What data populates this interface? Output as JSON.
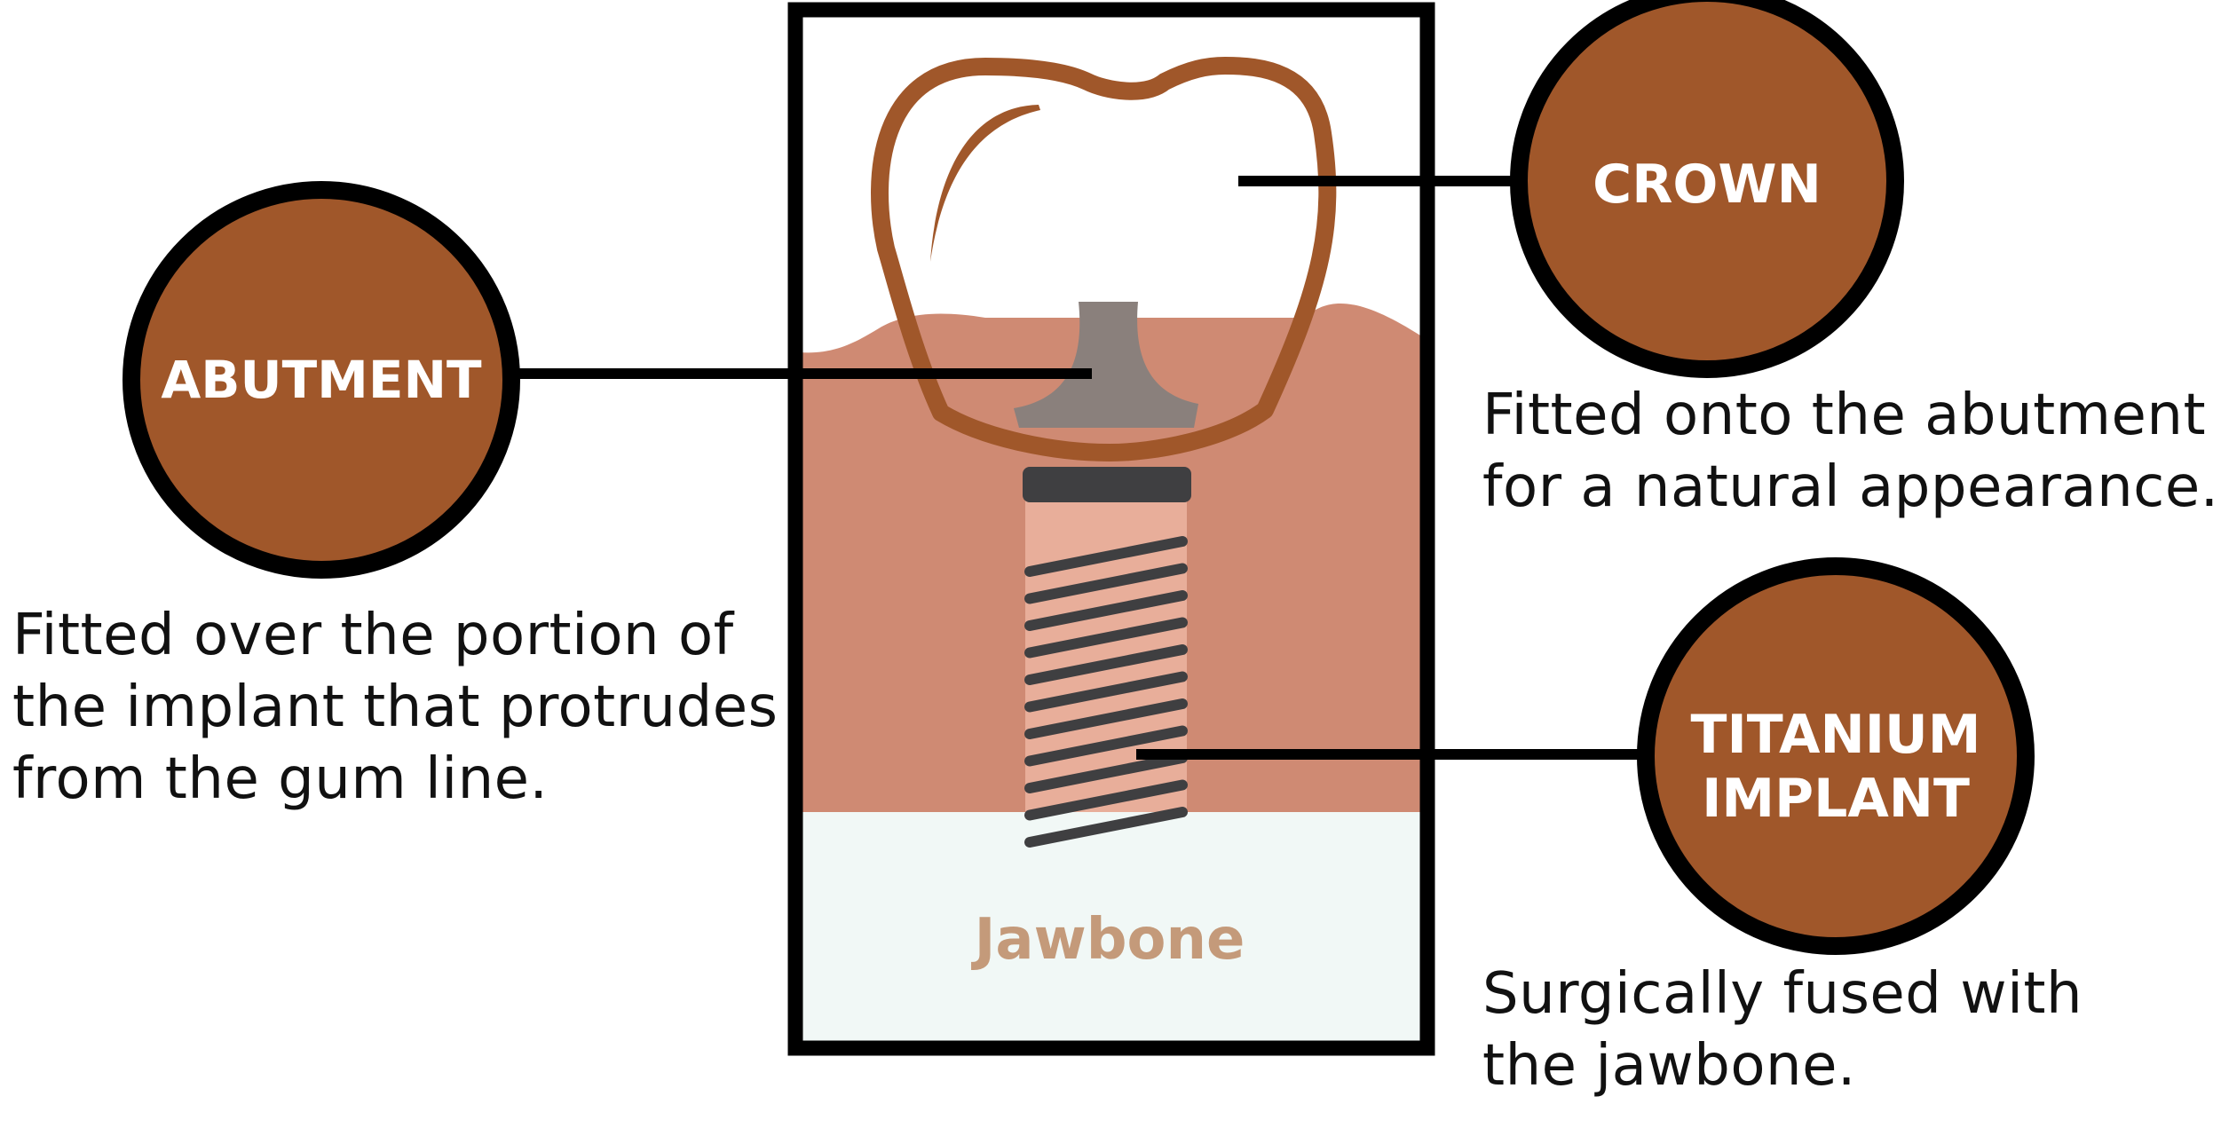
{
  "labels": {
    "abutment": "ABUTMENT",
    "crown": "CROWN",
    "implant_line1": "TITANIUM",
    "implant_line2": "IMPLANT",
    "jawbone": "Jawbone"
  },
  "descriptions": {
    "abutment": [
      "Fitted over the portion of",
      "the implant that protrudes",
      "from the gum line."
    ],
    "crown": [
      "Fitted onto the abutment",
      "for a natural appearance."
    ],
    "implant": [
      "Surgically fused with",
      "the jawbone."
    ]
  },
  "colors": {
    "label_circle": "#A0572A",
    "circle_border": "#000000",
    "gum": "#CF8A73",
    "jawbone": "#F1F8F6",
    "jawbone_text": "#C49A7A",
    "crown_outline": "#A0572A",
    "abutment": "#8A807C",
    "implant_body": "#E8AE9A",
    "implant_thread": "#3F3F41"
  }
}
